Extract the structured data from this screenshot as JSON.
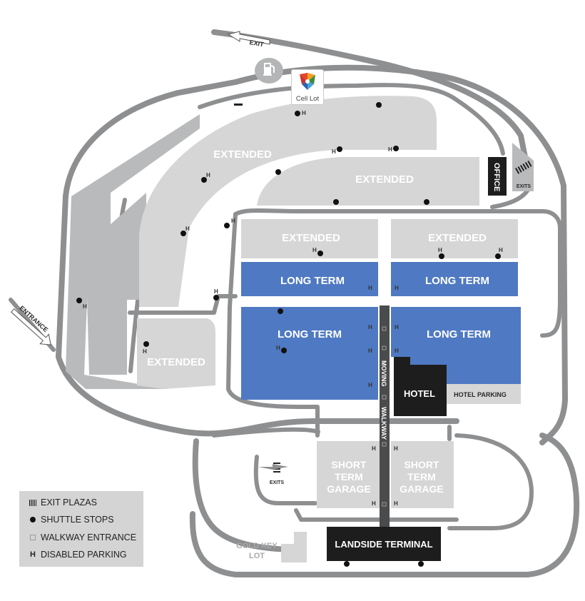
{
  "map": {
    "exit_label": "EXIT",
    "entrance_label": "ENTRANCE",
    "cell_lot_label": "Cell Lot",
    "office_label": "OFFICE",
    "exits_label": "EXITS",
    "lots": {
      "extended": "EXTENDED",
      "long_term": "LONG TERM",
      "hotel": "HOTEL",
      "hotel_parking": "HOTEL PARKING",
      "short_term_garage": [
        "SHORT",
        "TERM",
        "GARAGE"
      ],
      "landside_terminal": "LANDSIDE TERMINAL",
      "gold_key_lot": [
        "GOLD KEY",
        "LOT"
      ],
      "moving_walkway": [
        "MOVING",
        "WALKWAY"
      ]
    },
    "disabled_parking_marker": "H"
  },
  "legend": {
    "items": [
      {
        "icon": "exit-plaza-bars-icon",
        "label": "EXIT PLAZAS"
      },
      {
        "icon": "shuttle-stop-dot-icon",
        "label": "SHUTTLE STOPS"
      },
      {
        "icon": "walkway-square-icon",
        "label": "WALKWAY ENTRANCE"
      },
      {
        "icon": "disabled-h-icon",
        "symbol": "H",
        "label": "DISABLED PARKING"
      }
    ]
  },
  "colors": {
    "road": "#8e8f91",
    "extended_lot": "#d6d6d7",
    "long_term_lot": "#4f79c2",
    "hotel_terminal": "#1d1d1d",
    "legend_bg": "#d4d4d5"
  }
}
